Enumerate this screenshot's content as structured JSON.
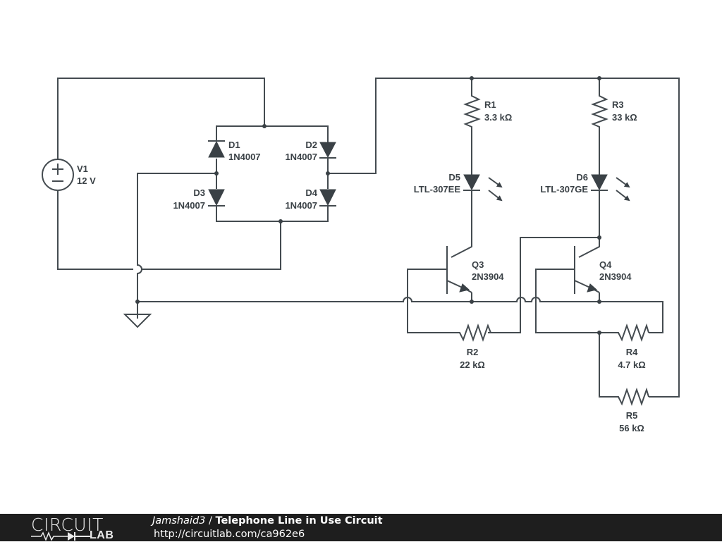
{
  "schematic": {
    "title": "Telephone Line in Use Circuit",
    "wire_color": "#444b50",
    "components": {
      "V1": {
        "ref": "V1",
        "value": "12 V",
        "type": "voltage-source"
      },
      "D1": {
        "ref": "D1",
        "value": "1N4007",
        "type": "diode"
      },
      "D2": {
        "ref": "D2",
        "value": "1N4007",
        "type": "diode"
      },
      "D3": {
        "ref": "D3",
        "value": "1N4007",
        "type": "diode"
      },
      "D4": {
        "ref": "D4",
        "value": "1N4007",
        "type": "diode"
      },
      "D5": {
        "ref": "D5",
        "value": "LTL-307EE",
        "type": "led"
      },
      "D6": {
        "ref": "D6",
        "value": "LTL-307GE",
        "type": "led"
      },
      "R1": {
        "ref": "R1",
        "value": "3.3 kΩ",
        "type": "resistor"
      },
      "R2": {
        "ref": "R2",
        "value": "22 kΩ",
        "type": "resistor"
      },
      "R3": {
        "ref": "R3",
        "value": "33 kΩ",
        "type": "resistor"
      },
      "R4": {
        "ref": "R4",
        "value": "4.7 kΩ",
        "type": "resistor"
      },
      "R5": {
        "ref": "R5",
        "value": "56 kΩ",
        "type": "resistor"
      },
      "Q3": {
        "ref": "Q3",
        "value": "2N3904",
        "type": "npn-transistor"
      },
      "Q4": {
        "ref": "Q4",
        "value": "2N3904",
        "type": "npn-transistor"
      }
    }
  },
  "footer": {
    "logo_top": "CIRCUIT",
    "logo_bottom": "LAB",
    "author": "Jamshaid3",
    "separator": " / ",
    "title": "Telephone Line in Use Circuit",
    "url": "http://circuitlab.com/ca962e6",
    "background": "#1e1e1e"
  }
}
